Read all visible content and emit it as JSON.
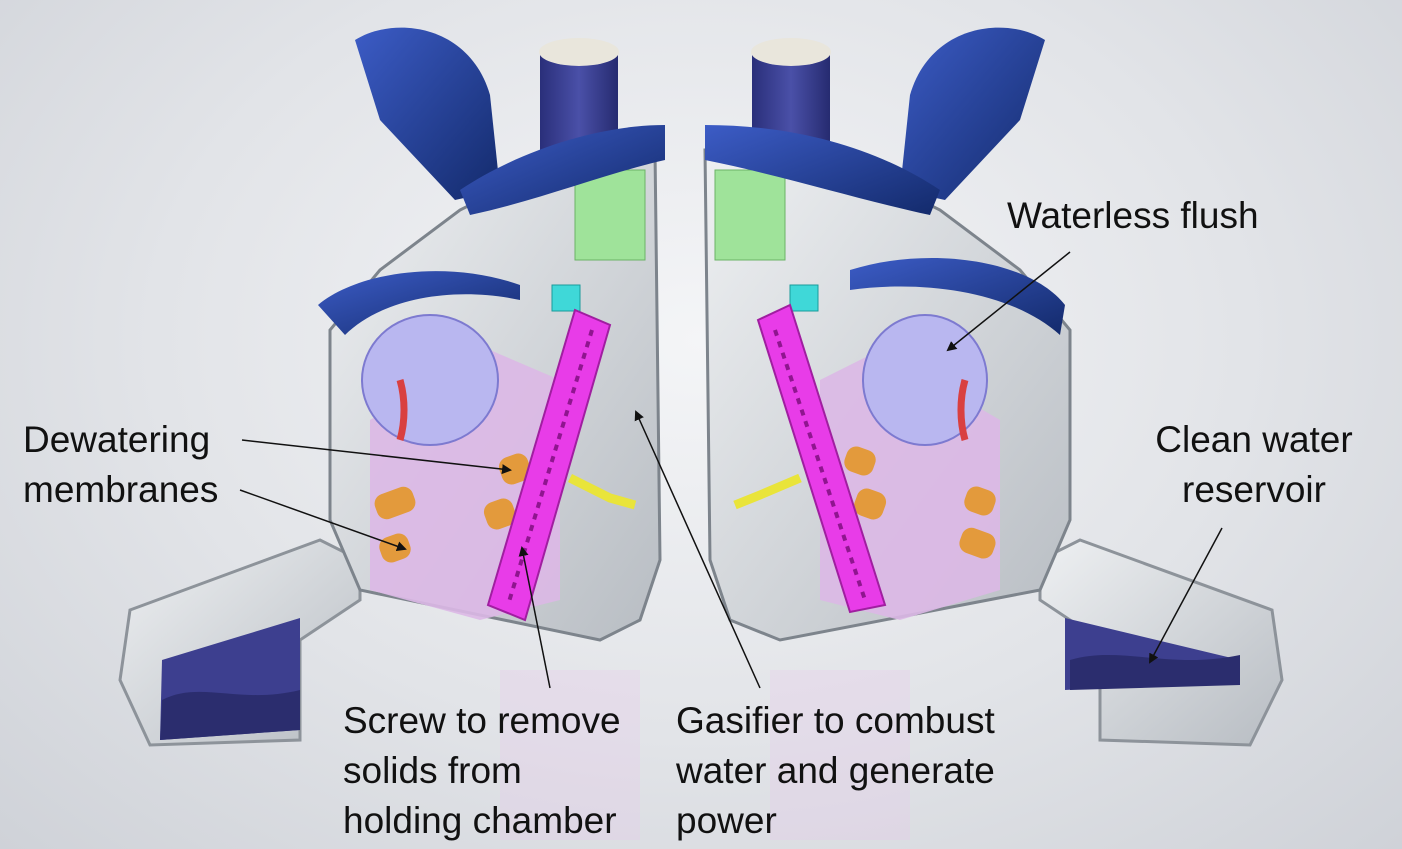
{
  "labels": {
    "waterless_flush": [
      "Waterless flush"
    ],
    "dewatering_membranes": [
      "Dewatering",
      "membranes"
    ],
    "clean_water_reservoir": [
      "Clean water",
      "reservoir"
    ],
    "screw": [
      "Screw to remove",
      "solids from",
      "holding chamber"
    ],
    "gasifier": [
      "Gasifier to combust",
      "water and generate",
      "power"
    ]
  },
  "colors": {
    "shell": "#d6d9dc",
    "shell_dark": "#a9aeb4",
    "seat_blue": "#1e3a8a",
    "bowl_lavender": "#b9b7f0",
    "chamber_pink": "#dcb8e6",
    "screw_magenta": "#e83ce8",
    "roller_orange": "#e39a3c",
    "green_box": "#9fe39a",
    "cyan_part": "#3fd8d8",
    "yellow_pipe": "#e9e43a",
    "tank_blue": "#3d3f8f"
  }
}
